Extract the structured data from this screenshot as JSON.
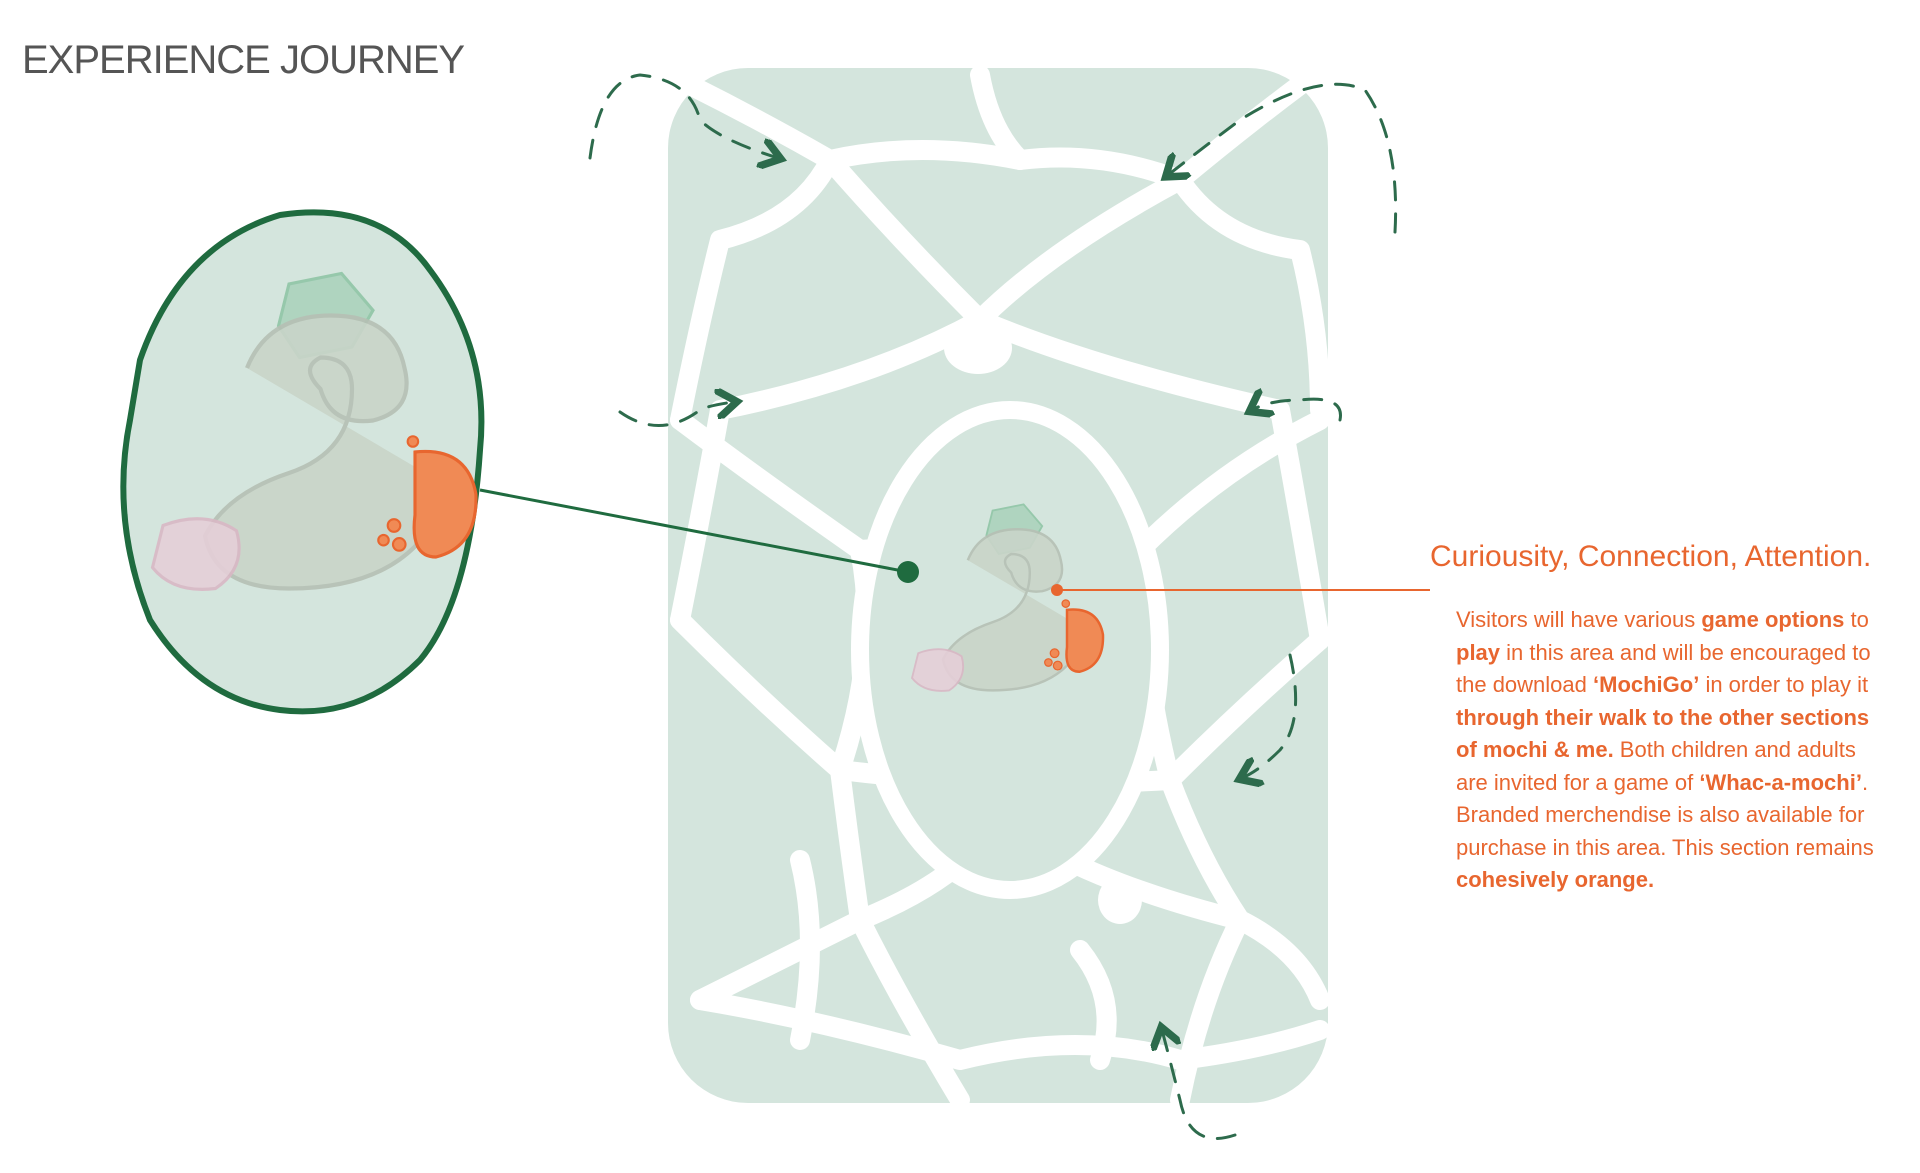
{
  "page": {
    "title": "EXPERIENCE JOURNEY"
  },
  "callout": {
    "heading": "Curiousity, Connection, Attention.",
    "description": [
      {
        "text": "Visitors will have various ",
        "bold": false
      },
      {
        "text": "game options",
        "bold": true
      },
      {
        "text": " to ",
        "bold": false
      },
      {
        "text": "play",
        "bold": true
      },
      {
        "text": " in this area and will be encouraged to the download ",
        "bold": false
      },
      {
        "text": "‘MochiGo’",
        "bold": true
      },
      {
        "text": " in order to play it ",
        "bold": false
      },
      {
        "text": "through their walk to the other sections of mochi & me.",
        "bold": true
      },
      {
        "text": " Both children and adults are invited for a game of ",
        "bold": false
      },
      {
        "text": "‘Whac-a-mochi’",
        "bold": true
      },
      {
        "text": ". Branded merchendise is also available for purchase in this area. This section remains ",
        "bold": false
      },
      {
        "text": "cohesively orange.",
        "bold": true
      }
    ]
  },
  "colors": {
    "zone_fill": "#D4E5DD",
    "path_white": "#FFFFFF",
    "arrow_green": "#2D6B4C",
    "focus_outline": "#1F6B3F",
    "highlight_orange": "#F08A55",
    "highlight_stroke": "#E8662F",
    "text_orange": "#E8662F"
  }
}
